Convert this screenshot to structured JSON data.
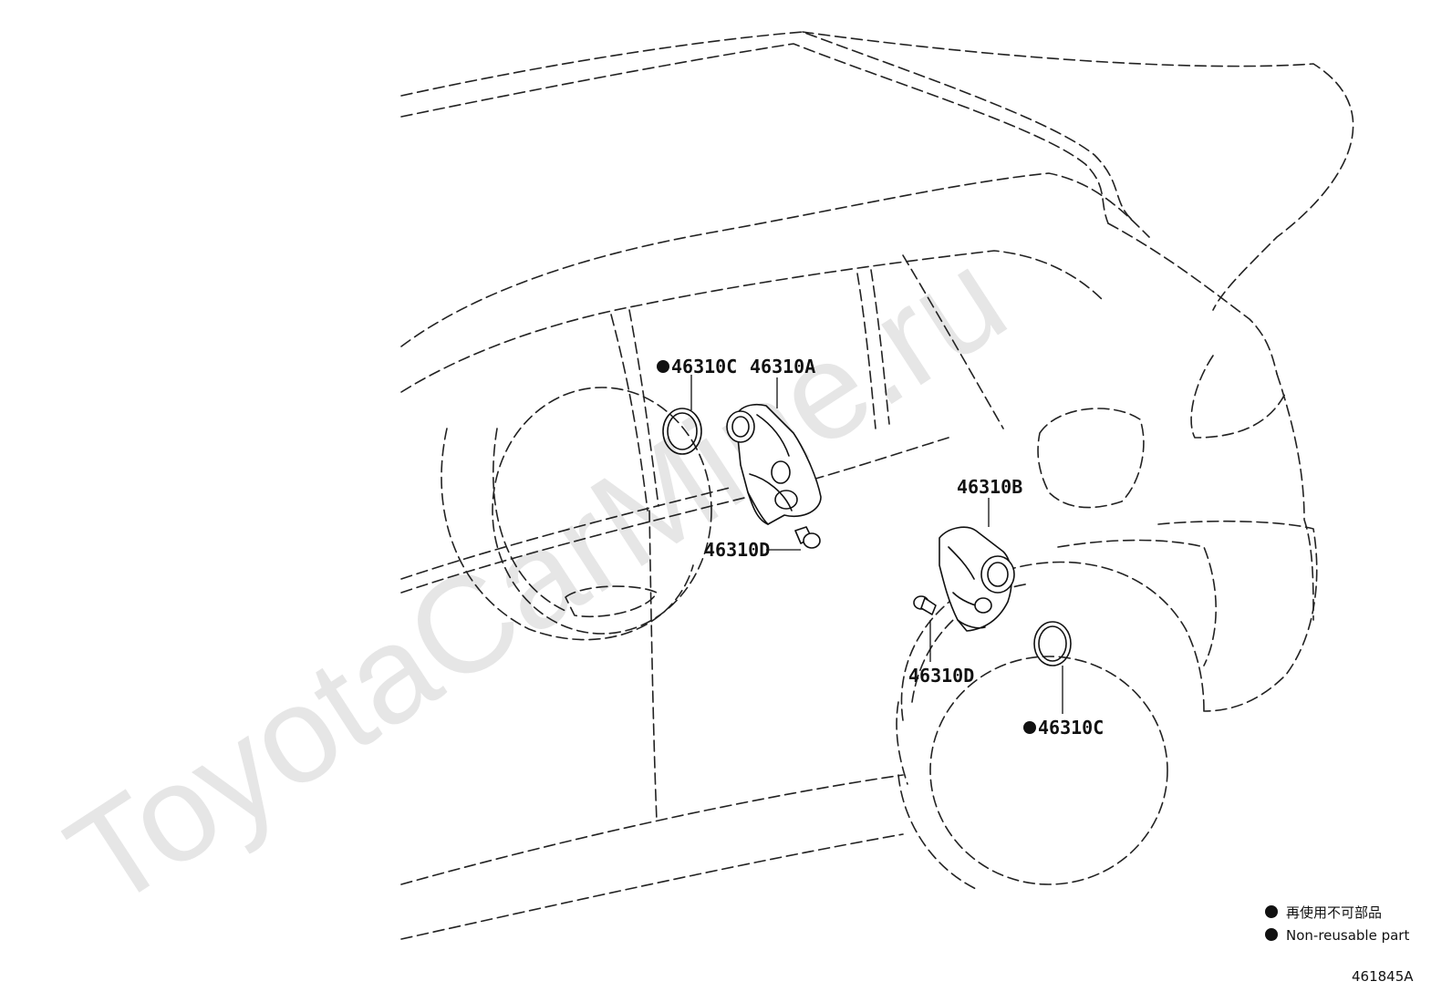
{
  "watermark": "ToyotaCarMine.ru",
  "callouts": {
    "motor_a": "46310A",
    "motor_b": "46310B",
    "seal_upper": "46310C",
    "seal_lower": "46310C",
    "bolt_upper": "46310D",
    "bolt_lower": "46310D"
  },
  "legend": {
    "japanese": "再使用不可部品",
    "english": "Non-reusable part"
  },
  "illustration_id": "461845A",
  "colors": {
    "line": "#111111",
    "watermark": "#e6e6e6",
    "background": "#ffffff"
  },
  "icons": {
    "non_reusable_marker": "filled-circle-icon"
  }
}
